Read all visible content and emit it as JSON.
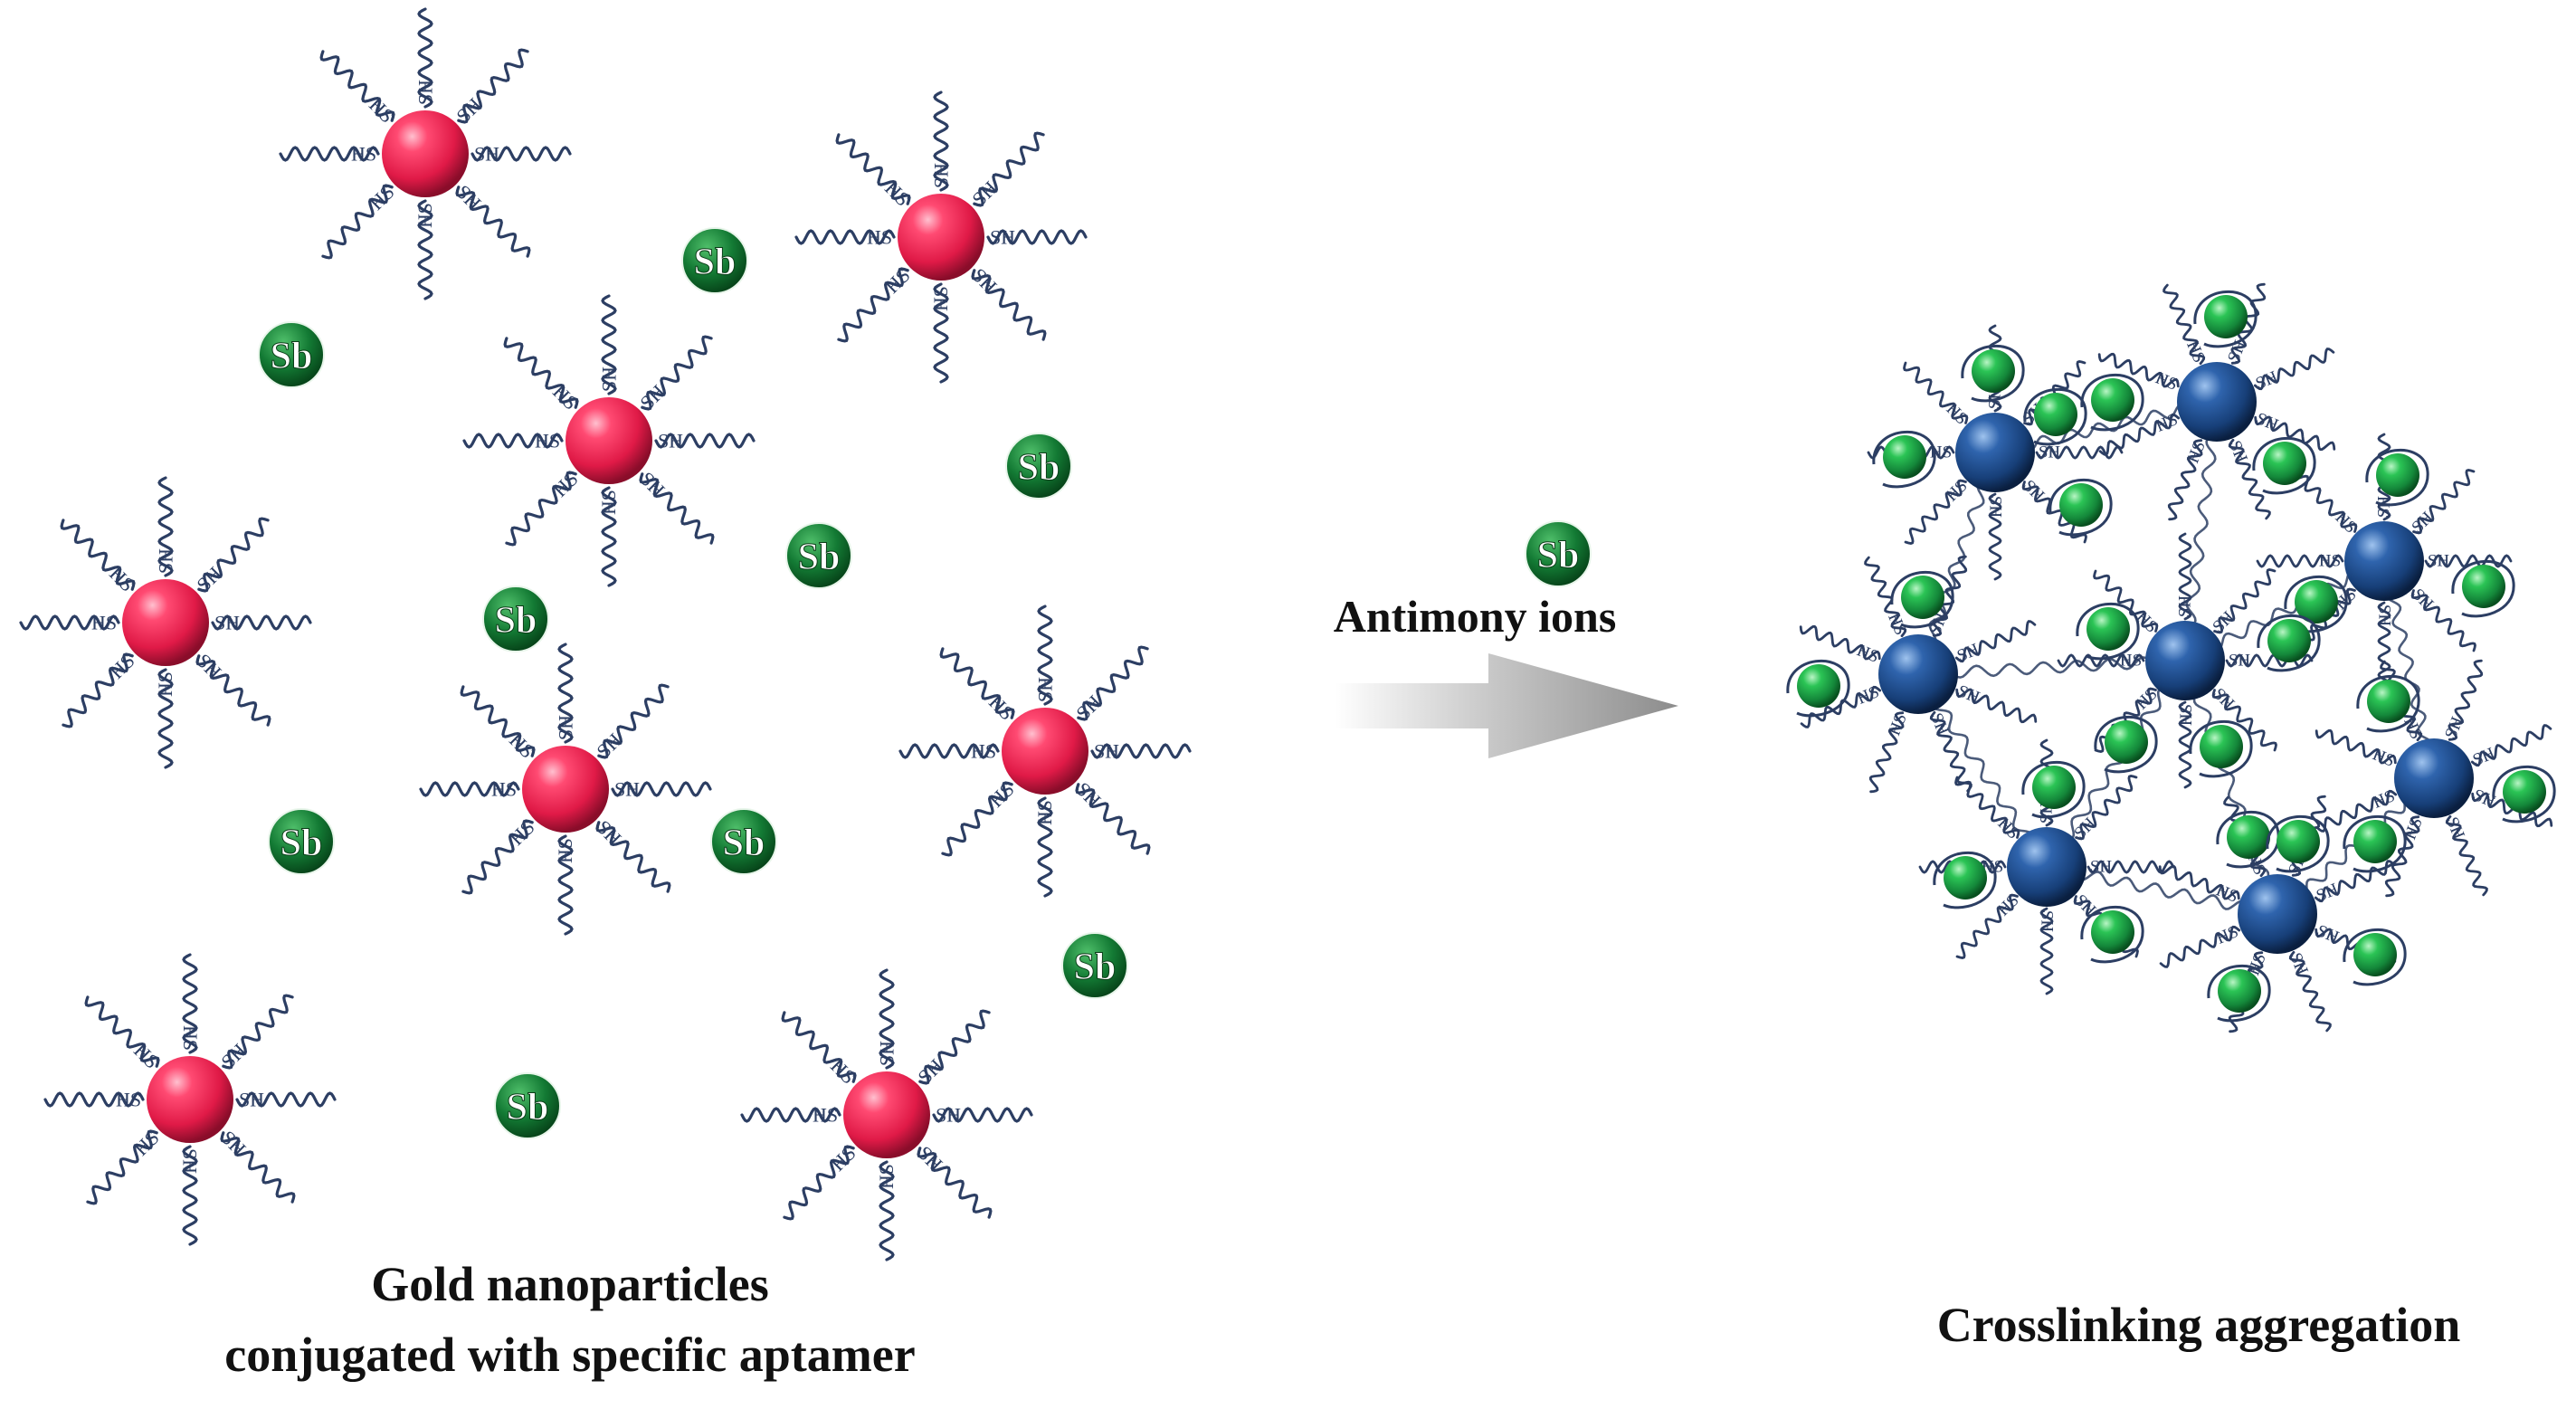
{
  "labels": {
    "left_caption_line1": "Gold nanoparticles",
    "left_caption_line2": "conjugated with specific aptamer",
    "arrow_label": "Antimony ions",
    "right_caption": "Crosslinking aggregation",
    "ion_symbol": "Sb",
    "thiol_group": "SH",
    "thiol_group_reversed": "HS"
  },
  "colors": {
    "gold_nanoparticle": "#e8234f",
    "aggregated_nanoparticle": "#1f4f8f",
    "antimony_ion": "#1e8f3d",
    "bound_antimony": "#22b84a",
    "aptamer_strand": "#2c3e63",
    "arrow": "#9a9a9a"
  },
  "icons": {
    "nanoparticle": "sphere-icon",
    "ion": "sb-ion-icon",
    "reaction": "arrow-right-icon"
  }
}
